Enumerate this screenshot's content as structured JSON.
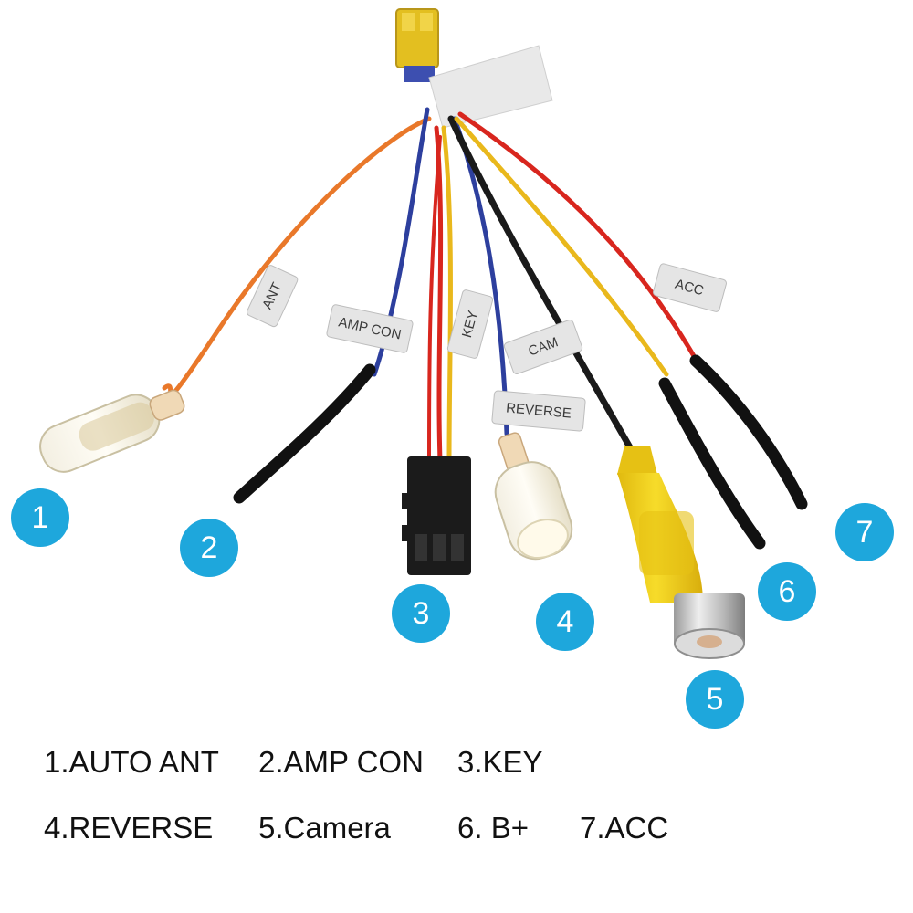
{
  "colors": {
    "badge": "#1ea7dc",
    "wire_orange": "#e9782a",
    "wire_blue": "#2d3f9e",
    "wire_red": "#d8261e",
    "wire_yellow": "#e9b81c",
    "wire_black": "#1a1a1a",
    "connector_yellow": "#e8c21c",
    "rca_yellow": "#f2d21a"
  },
  "badges": [
    "1",
    "2",
    "3",
    "4",
    "5",
    "6",
    "7"
  ],
  "tags": {
    "ant": "ANT",
    "amp": "AMP CON",
    "key": "KEY",
    "cam": "CAM",
    "reverse": "REVERSE",
    "acc": "ACC"
  },
  "legend": {
    "item1": "1.AUTO ANT",
    "item2": "2.AMP CON",
    "item3": "3.KEY",
    "item4": "4.REVERSE",
    "item5": "5.Camera",
    "item6": "6. B+",
    "item7": "7.ACC"
  }
}
